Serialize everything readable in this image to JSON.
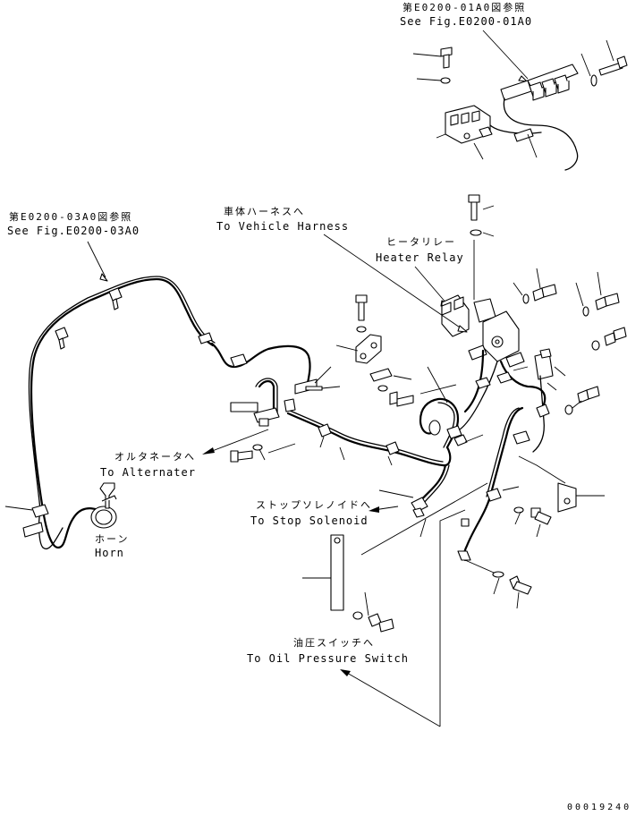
{
  "labels": {
    "ref_top_jp": "第E0200-01A0図参照",
    "ref_top_en": "See Fig.E0200-01A0",
    "ref_left_jp": "第E0200-03A0図参照",
    "ref_left_en": "See Fig.E0200-03A0",
    "vehicle_harness_jp": "車体ハーネスへ",
    "vehicle_harness_en": "To Vehicle Harness",
    "heater_relay_jp": "ヒータリレー",
    "heater_relay_en": "Heater Relay",
    "alternator_jp": "オルタネータへ",
    "alternator_en": "To Alternater",
    "stop_solenoid_jp": "ストップソレノイドへ",
    "stop_solenoid_en": "To Stop Solenoid",
    "horn_jp": "ホーン",
    "horn_en": "Horn",
    "oil_pressure_jp": "油圧スイッチへ",
    "oil_pressure_en": "To Oil Pressure Switch",
    "drawing_number": "00019240"
  }
}
